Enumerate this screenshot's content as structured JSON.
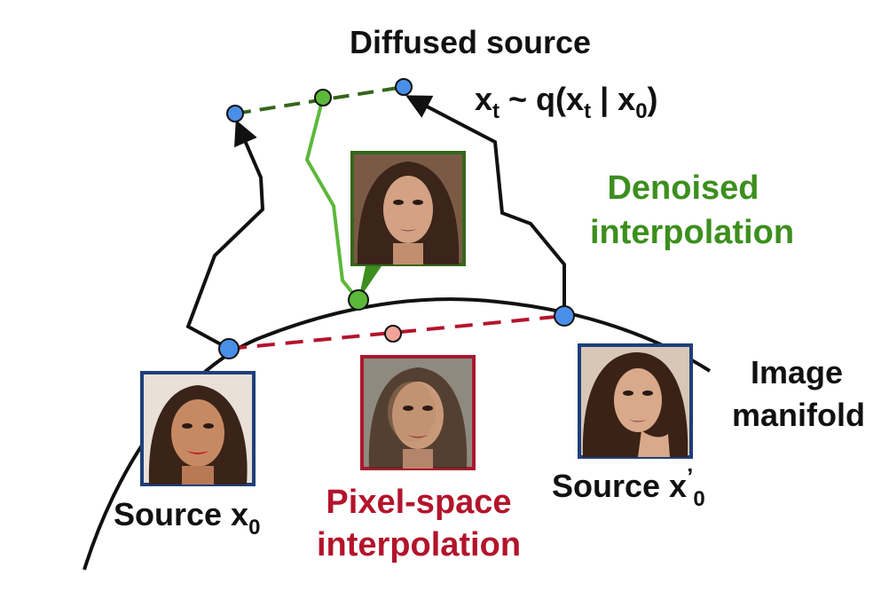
{
  "labels": {
    "diffused_source": "Diffused source",
    "forward_process": {
      "var": "x",
      "var_sub": "t",
      "tilde": " ~ q(",
      "cond_var": "x",
      "cond_sub": "t",
      "bar": " | ",
      "given": "x",
      "given_sub": "0",
      "close": ")"
    },
    "denoised_line1": "Denoised",
    "denoised_line2": "interpolation",
    "manifold_line1": "Image",
    "manifold_line2": "manifold",
    "pixel_line1": "Pixel-space",
    "pixel_line2": "interpolation",
    "source_left": {
      "text": "Source x",
      "sub": "0"
    },
    "source_right": {
      "text": "Source x",
      "prime": "’",
      "sub": "0"
    }
  },
  "colors": {
    "curve": "#111111",
    "blue_point": "#4a8fe7",
    "green": "#3c8f1e",
    "green_point": "#5cb83a",
    "red": "#b3142b",
    "pink_point": "#f2a39a",
    "face_frame_blue": "#1e3f7a",
    "face_frame_green": "#35661b",
    "face_frame_red": "#a8192e"
  },
  "faces": [
    {
      "id": "source-x0",
      "frame": "blue"
    },
    {
      "id": "denoised",
      "frame": "green"
    },
    {
      "id": "pixel",
      "frame": "red"
    },
    {
      "id": "source-x0-prime",
      "frame": "blue"
    }
  ]
}
